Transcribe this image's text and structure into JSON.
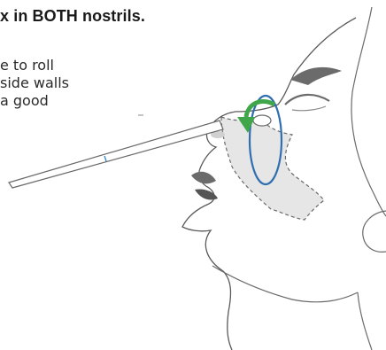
{
  "heading": "x in BOTH nostrils.",
  "instructions": [
    "e to roll",
    "side walls",
    "a good"
  ],
  "colors": {
    "text": "#1a1a1a",
    "face_line": "#5a5a5a",
    "shaded_region": "#e6e6e6",
    "rotation_arrow": "#3fa64a",
    "rotation_ring": "#2f6fb0",
    "swab_mark": "#3a8fd0"
  },
  "icons": [
    "rotation-arrow-icon"
  ]
}
